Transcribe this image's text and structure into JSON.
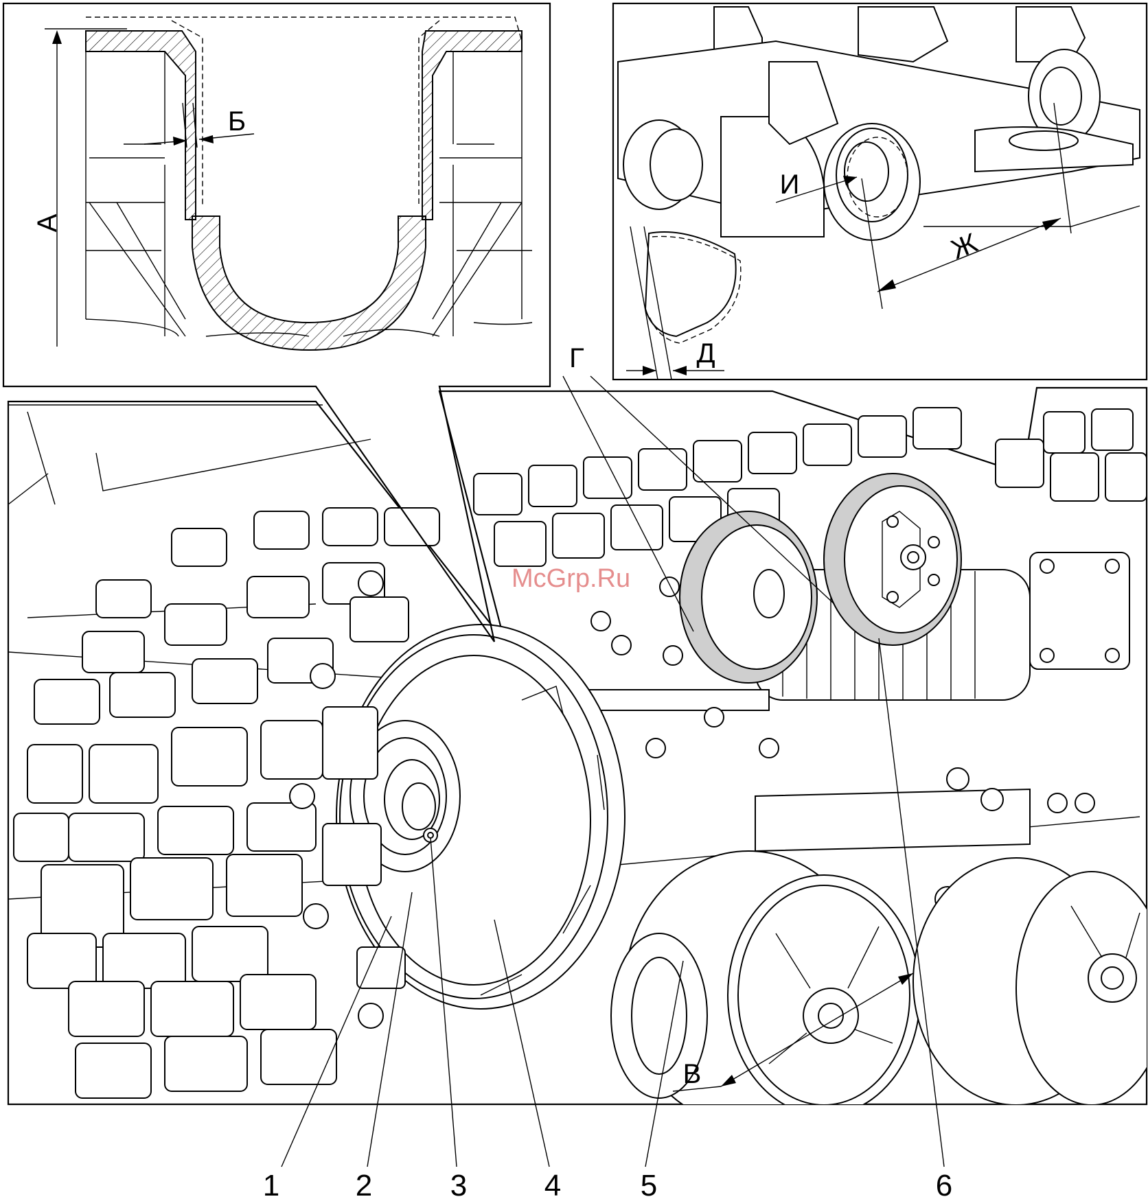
{
  "diagram": {
    "watermark": "McGrp.Ru",
    "callouts": [
      "1",
      "2",
      "3",
      "4",
      "5",
      "6"
    ],
    "dimensions": {
      "A": "А",
      "B": "Б",
      "V": "В",
      "G": "Г",
      "D": "Д",
      "Zh": "Ж",
      "I": "И"
    }
  }
}
